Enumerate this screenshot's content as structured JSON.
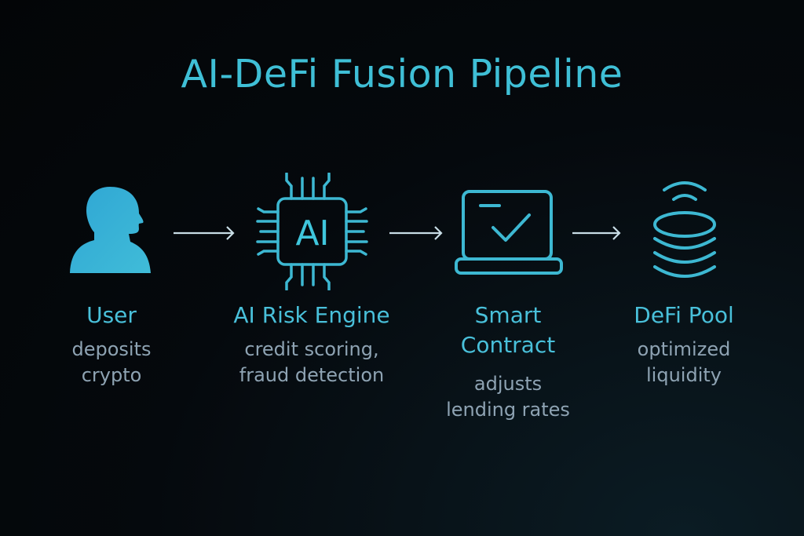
{
  "title": "AI-DeFi Fusion Pipeline",
  "steps": [
    {
      "icon": "user-silhouette-icon",
      "label": "User",
      "desc_lines": [
        "deposits",
        "crypto"
      ]
    },
    {
      "icon": "ai-chip-icon",
      "icon_text": "AI",
      "label": "AI Risk Engine",
      "desc_lines": [
        "credit scoring,",
        "fraud detection"
      ]
    },
    {
      "icon": "laptop-check-icon",
      "label_lines": [
        "Smart",
        "Contract"
      ],
      "desc_lines": [
        "adjusts",
        "lending rates"
      ]
    },
    {
      "icon": "coin-stack-signal-icon",
      "label": "DeFi Pool",
      "desc_lines": [
        "optimized",
        "liquidity"
      ]
    }
  ],
  "colors": {
    "accent": "#3fbfd6",
    "text_muted": "#8ea3b3",
    "arrow": "#c8dde6",
    "background": "#05090d"
  }
}
